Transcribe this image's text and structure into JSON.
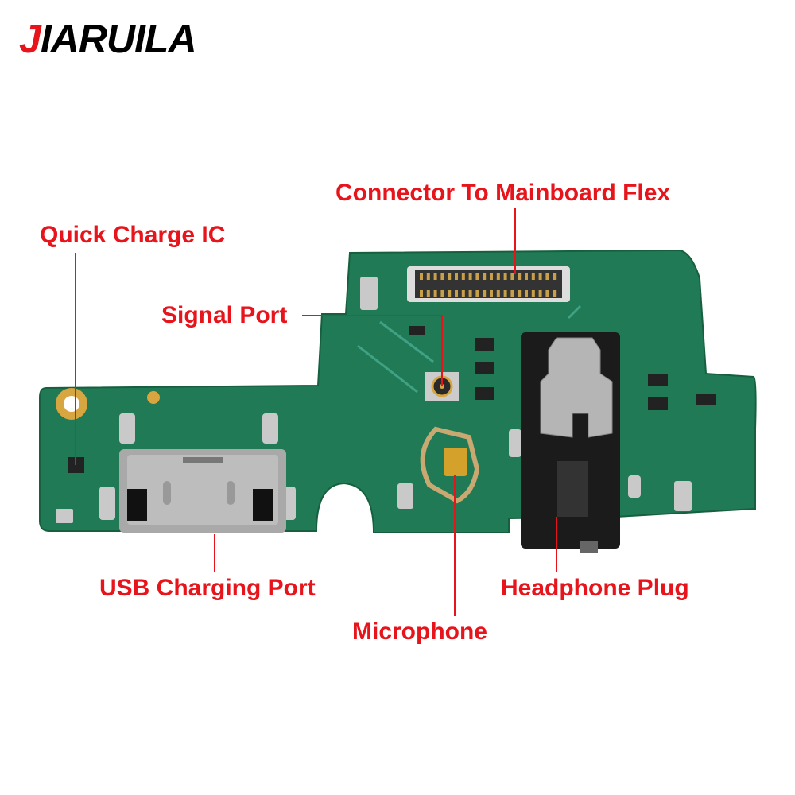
{
  "brand": {
    "logo_first": "J",
    "logo_rest": "IARUILA"
  },
  "labels": {
    "quick_charge_ic": "Quick Charge IC",
    "connector": "Connector To Mainboard Flex",
    "signal_port": "Signal Port",
    "usb_port": "USB Charging Port",
    "microphone": "Microphone",
    "headphone": "Headphone Plug"
  },
  "colors": {
    "accent": "#e8141b",
    "pcb": "#1f7a55"
  }
}
